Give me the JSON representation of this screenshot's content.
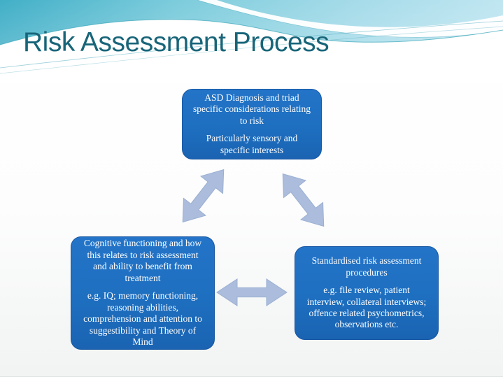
{
  "slide": {
    "title": "Risk Assessment Process"
  },
  "diagram": {
    "top_node": {
      "p1": "ASD Diagnosis and triad specific considerations relating to risk",
      "p2": "Particularly sensory and specific interests"
    },
    "left_node": {
      "p1": "Cognitive functioning and how this relates to risk assessment and ability to benefit from treatment",
      "p2": "e.g. IQ; memory functioning, reasoning abilities, comprehension and attention to suggestibility and Theory of Mind"
    },
    "right_node": {
      "p1": "Standardised risk assessment procedures",
      "p2": "e.g. file review, patient interview, collateral interviews; offence related psychometrics, observations etc."
    }
  },
  "icons": {
    "arrow_top_left": "double-headed-arrow",
    "arrow_top_right": "double-headed-arrow",
    "arrow_bottom": "double-headed-arrow"
  },
  "colors": {
    "title": "#186579",
    "node_fill": "#1e6fc0",
    "node_fill_dark": "#1a63b2",
    "node_border": "#1757a3",
    "node_text": "#ffffff",
    "arrow_fill": "#abbcdc",
    "arrow_edge": "#9bafd2",
    "header_teal": "#41afc7",
    "header_light_blue": "#bfe6f1",
    "wave_line": "#2e9fb4"
  }
}
